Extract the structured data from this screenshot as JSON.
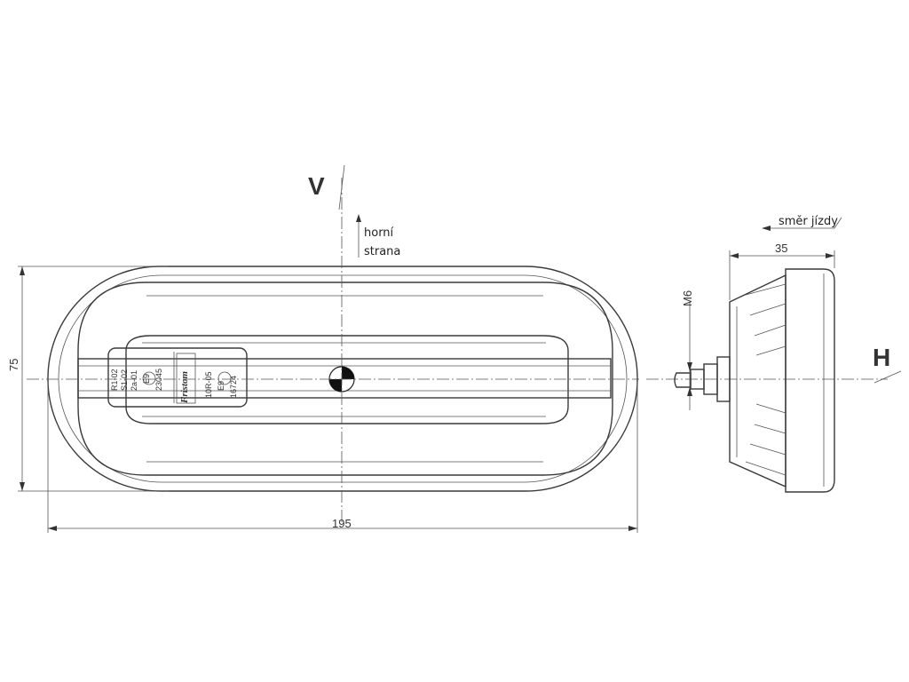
{
  "front_view": {
    "axis_v_label": "V",
    "top_side_note": [
      "horní",
      "strana"
    ],
    "width_dim": "195",
    "height_dim": "75",
    "label_left": [
      "R1-02",
      "S1-02",
      "2a-01",
      "E9",
      "23045"
    ],
    "label_right": [
      "10R-05",
      "E9",
      "16724"
    ],
    "brand": "Fristom"
  },
  "side_view": {
    "axis_h_label": "H",
    "direction_note": "směr jízdy",
    "depth_dim": "35",
    "thread_dim": "M6"
  },
  "colors": {
    "line": "#3a3a3a",
    "background": "#ffffff"
  }
}
